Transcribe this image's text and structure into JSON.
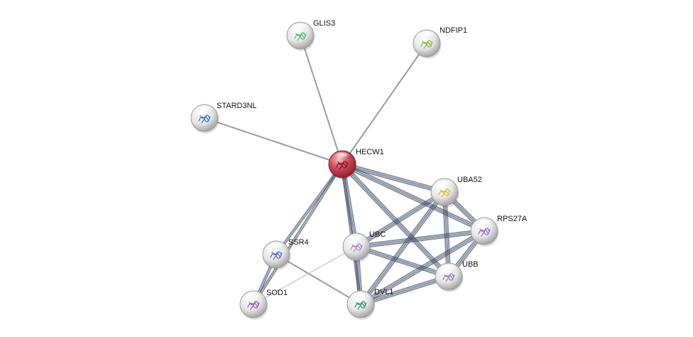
{
  "network": {
    "nodes": [
      {
        "id": "HECW1",
        "label": "HECW1",
        "query": true,
        "structure_color": "#8a1430"
      },
      {
        "id": "GLIS3",
        "label": "GLIS3",
        "structure_color": "#5bbf6a"
      },
      {
        "id": "NDFIP1",
        "label": "NDFIP1",
        "structure_color": "#8fbf4d"
      },
      {
        "id": "STARD3NL",
        "label": "STARD3NL",
        "structure_color": "#3a7fd0"
      },
      {
        "id": "UBA52",
        "label": "UBA52",
        "structure_color": "#d9c23a"
      },
      {
        "id": "RPS27A",
        "label": "RPS27A",
        "structure_color": "#9a6fd0"
      },
      {
        "id": "UBC",
        "label": "UBC",
        "structure_color": "#b08ad8"
      },
      {
        "id": "SSR4",
        "label": "SSR4",
        "structure_color": "#5a6fd0"
      },
      {
        "id": "UBB",
        "label": "UBB",
        "structure_color": "#a07fd8"
      },
      {
        "id": "SOD1",
        "label": "SOD1",
        "structure_color": "#a35fc8"
      },
      {
        "id": "DVL1",
        "label": "DVL1",
        "structure_color": "#3aa07f"
      }
    ],
    "edges": [
      {
        "source": "HECW1",
        "target": "GLIS3",
        "weight": 1
      },
      {
        "source": "HECW1",
        "target": "NDFIP1",
        "weight": 1
      },
      {
        "source": "HECW1",
        "target": "STARD3NL",
        "weight": 1
      },
      {
        "source": "HECW1",
        "target": "SSR4",
        "weight": 2
      },
      {
        "source": "HECW1",
        "target": "SOD1",
        "weight": 2
      },
      {
        "source": "HECW1",
        "target": "UBC",
        "weight": 3
      },
      {
        "source": "HECW1",
        "target": "DVL1",
        "weight": 2
      },
      {
        "source": "HECW1",
        "target": "UBA52",
        "weight": 3
      },
      {
        "source": "HECW1",
        "target": "RPS27A",
        "weight": 3
      },
      {
        "source": "HECW1",
        "target": "UBB",
        "weight": 3
      },
      {
        "source": "UBA52",
        "target": "RPS27A",
        "weight": 3
      },
      {
        "source": "UBA52",
        "target": "UBC",
        "weight": 3
      },
      {
        "source": "UBA52",
        "target": "UBB",
        "weight": 3
      },
      {
        "source": "UBA52",
        "target": "DVL1",
        "weight": 3
      },
      {
        "source": "RPS27A",
        "target": "UBC",
        "weight": 3
      },
      {
        "source": "RPS27A",
        "target": "UBB",
        "weight": 3
      },
      {
        "source": "RPS27A",
        "target": "DVL1",
        "weight": 3
      },
      {
        "source": "UBC",
        "target": "UBB",
        "weight": 3
      },
      {
        "source": "UBC",
        "target": "DVL1",
        "weight": 3
      },
      {
        "source": "UBB",
        "target": "DVL1",
        "weight": 3
      },
      {
        "source": "SSR4",
        "target": "SOD1",
        "weight": 2
      },
      {
        "source": "SSR4",
        "target": "DVL1",
        "weight": 1
      },
      {
        "source": "SOD1",
        "target": "UBC",
        "weight": 0
      }
    ]
  },
  "colors": {
    "query_node": "#c23b4a",
    "node": "#e9e9e9",
    "edge": "#3c4a66",
    "edge_light": "#b8bcc8"
  }
}
